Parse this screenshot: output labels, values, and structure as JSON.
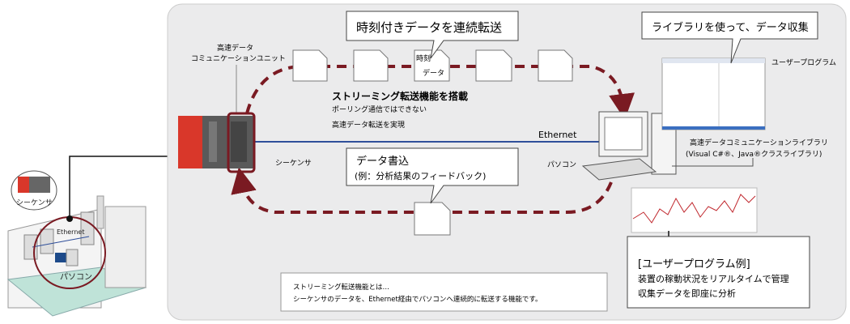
{
  "colors": {
    "panel": "#ebebec",
    "accent": "#7a1a22",
    "ethernet": "#2f4f9a",
    "plc": "#d9372a"
  },
  "callout_top": "時刻付きデータを連続転送",
  "callout_library": "ライブラリを使って、データ収集",
  "unit_label": [
    "高速データ",
    "コミュニケーションユニット"
  ],
  "note_data": [
    "時刻",
    "データ"
  ],
  "streaming": {
    "title": "ストリーミング転送機能を搭載",
    "line1": "ポーリング通信ではできない",
    "line2": "高速データ転送を実現"
  },
  "ethernet_label": "Ethernet",
  "sequencer_label": "シーケンサ",
  "pc_label": "パソコン",
  "user_program_label": "ユーザープログラム",
  "library_label": [
    "高速データコミュニケーションライブラリ",
    "(Visual C#®、Java®クラスライブラリ)"
  ],
  "callout_write": [
    "データ書込",
    "(例：分析結果のフィードバック)"
  ],
  "example_box": [
    "[ユーザープログラム例]",
    "装置の稼動状況をリアルタイムで管理",
    "収集データを即座に分析"
  ],
  "definition_box": [
    "ストリーミング転送機能とは…",
    "シーケンサのデータを、Ethernet経由でパソコンへ連続的に転送する機能です。"
  ],
  "inset": {
    "sequencer": "シーケンサ",
    "ethernet": "Ethernet",
    "pc": "パソコン"
  }
}
